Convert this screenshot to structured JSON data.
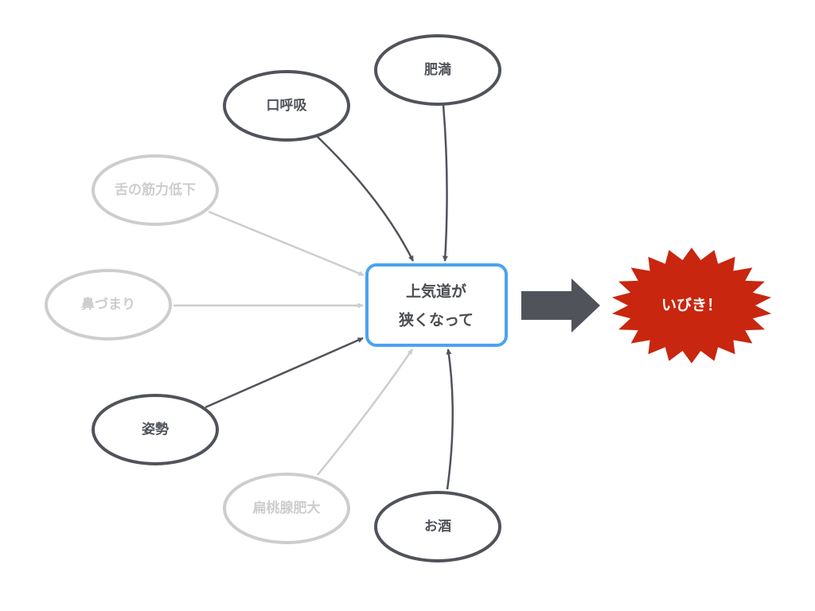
{
  "colors": {
    "active": "#50535a",
    "inactive": "#cdcdcd",
    "center_border": "#4aa3f0",
    "result_fill": "#c8260f",
    "big_arrow": "#50535a"
  },
  "center": {
    "line1": "上気道が",
    "line2": "狭くなって"
  },
  "result": {
    "label": "いびき！"
  },
  "causes": [
    {
      "id": "obesity",
      "label": "肥満",
      "active": true
    },
    {
      "id": "mouth-breathing",
      "label": "口呼吸",
      "active": true
    },
    {
      "id": "tongue-weakness",
      "label": "舌の筋力低下",
      "active": false
    },
    {
      "id": "nasal-congestion",
      "label": "鼻づまり",
      "active": false
    },
    {
      "id": "posture",
      "label": "姿勢",
      "active": true
    },
    {
      "id": "tonsil-hypertrophy",
      "label": "扁桃腺肥大",
      "active": false
    },
    {
      "id": "alcohol",
      "label": "お酒",
      "active": true
    }
  ]
}
